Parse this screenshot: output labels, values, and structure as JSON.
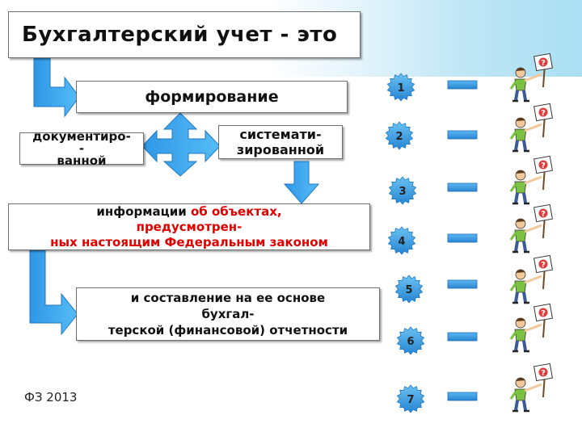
{
  "title": "Бухгалтерский учет - это",
  "box1": "формирование",
  "box2_lines": [
    "документиро-",
    "-",
    "ванной"
  ],
  "box3_lines": [
    "системати-",
    "зированной"
  ],
  "box4": {
    "line1_black": "информации ",
    "line1_red": "об объектах,",
    "line2": "предусмотрен-",
    "line3": "ных настоящим Федеральным законом"
  },
  "box5_lines": [
    "и составление на ее основе",
    "бухгал-",
    "терской (финансовой) отчетности"
  ],
  "footer": "ФЗ 2013",
  "numbers": [
    "1",
    "2",
    "3",
    "4",
    "5",
    "6",
    "7"
  ],
  "colors": {
    "arrow": "#3fa9f5",
    "badge": "#3b9be0",
    "dash": "#2f8fd8",
    "red_text": "#e00000"
  }
}
